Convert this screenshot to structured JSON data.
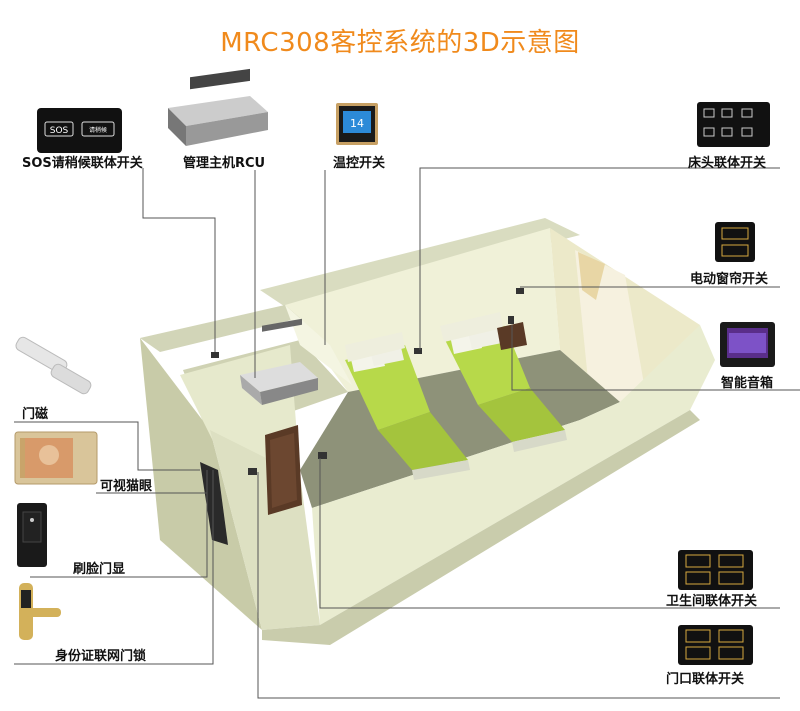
{
  "title": "MRC308客控系统的3D示意图",
  "colors": {
    "title": "#f08a1c",
    "wall": "#e3e7c6",
    "floor": "#8e9279",
    "bedding": "#b7d94a"
  },
  "panels": {
    "sos_text": "SOS",
    "sos_right_text": "请稍候",
    "thermostat_display": "14"
  },
  "labels": {
    "sos_switch": "SOS请稍候联体开关",
    "rcu": "管理主机RCU",
    "thermostat": "温控开关",
    "bedside_switch": "床头联体开关",
    "curtain_switch": "电动窗帘开关",
    "smart_speaker": "智能音箱",
    "door_sensor": "门磁",
    "peephole": "可视猫眼",
    "face_door_display": "刷脸门显",
    "id_lock": "身份证联网门锁",
    "bathroom_switch": "卫生间联体开关",
    "door_switch": "门口联体开关"
  }
}
